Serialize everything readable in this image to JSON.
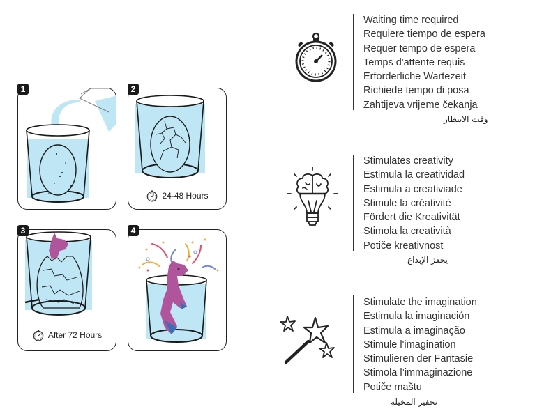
{
  "steps": [
    {
      "number": "1",
      "caption": null
    },
    {
      "number": "2",
      "caption": "24-48 Hours"
    },
    {
      "number": "3",
      "caption": "After 72 Hours"
    },
    {
      "number": "4",
      "caption": null
    }
  ],
  "features": [
    {
      "icon": "stopwatch-icon",
      "lines": [
        "Waiting time required",
        "Requiere tiempo de espera",
        "Requer tempo de espera",
        "Temps d'attente requis",
        "Erforderliche Wartezeit",
        "Richiede tempo di posa",
        "Zahtijeva vrijeme čekanja"
      ],
      "arabic": "وقت الانتظار"
    },
    {
      "icon": "brain-lightbulb-icon",
      "lines": [
        "Stimulates creativity",
        "Estimula la creatividad",
        "Estimula a creativiade",
        "Stimule la créativité",
        "Fördert die Kreativität",
        "Stimola la creatività",
        "Potiče kreativnost"
      ],
      "arabic": "يحفز الإبداع"
    },
    {
      "icon": "magic-wand-icon",
      "lines": [
        "Stimulate the imagination",
        "Estimula la imaginación",
        "Estimula a imaginação",
        "Stimule l'imagination",
        "Stimulieren der Fantasie",
        "Stimola l’immaginazione",
        "Potiče maštu"
      ],
      "arabic": "تحفيز المخيلة"
    }
  ],
  "colors": {
    "water": "#bfe6f5",
    "outline": "#1a1a1a",
    "creature": "#b0549c",
    "creature_blue": "#3b6fb5"
  }
}
